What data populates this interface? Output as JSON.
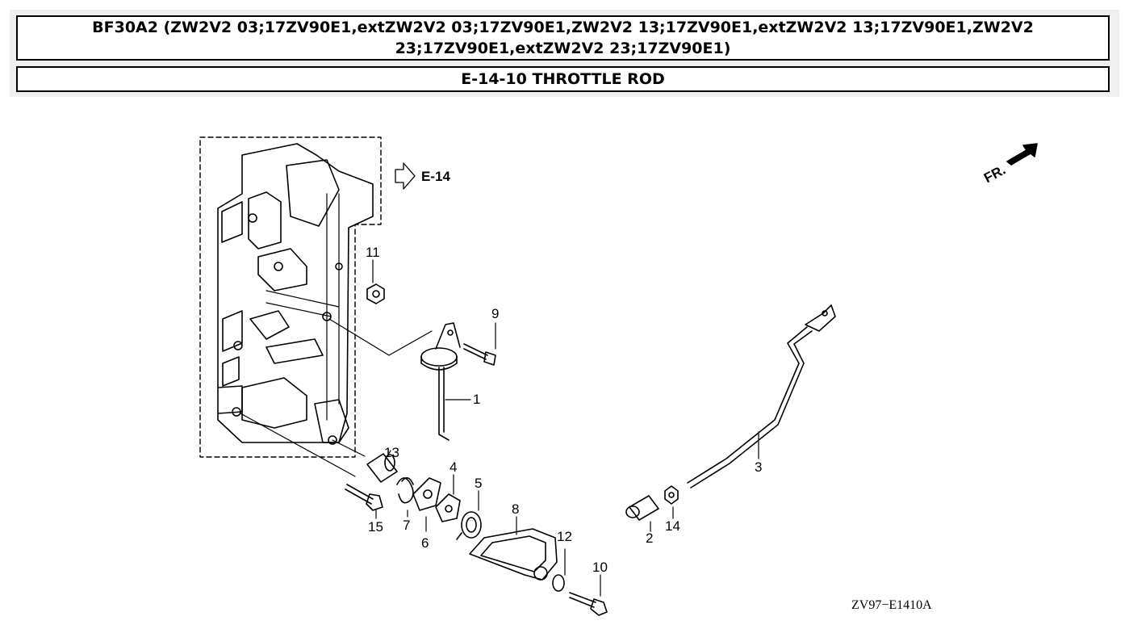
{
  "header": {
    "title": "BF30A2 (ZW2V2 03;17ZV90E1,extZW2V2 03;17ZV90E1,ZW2V2 13;17ZV90E1,extZW2V2 13;17ZV90E1,ZW2V2 23;17ZV90E1,extZW2V2 23;17ZV90E1)",
    "subtitle": "E-14-10 THROTTLE ROD"
  },
  "diagram": {
    "section_ref": "E-14",
    "front_label": "FR.",
    "drawing_code": "ZV97−E1410A",
    "callouts": {
      "p1": "1",
      "p2": "2",
      "p3": "3",
      "p4": "4",
      "p5": "5",
      "p6": "6",
      "p7": "7",
      "p8": "8",
      "p9": "9",
      "p10": "10",
      "p11": "11",
      "p12": "12",
      "p13": "13",
      "p14": "14",
      "p15": "15"
    }
  }
}
